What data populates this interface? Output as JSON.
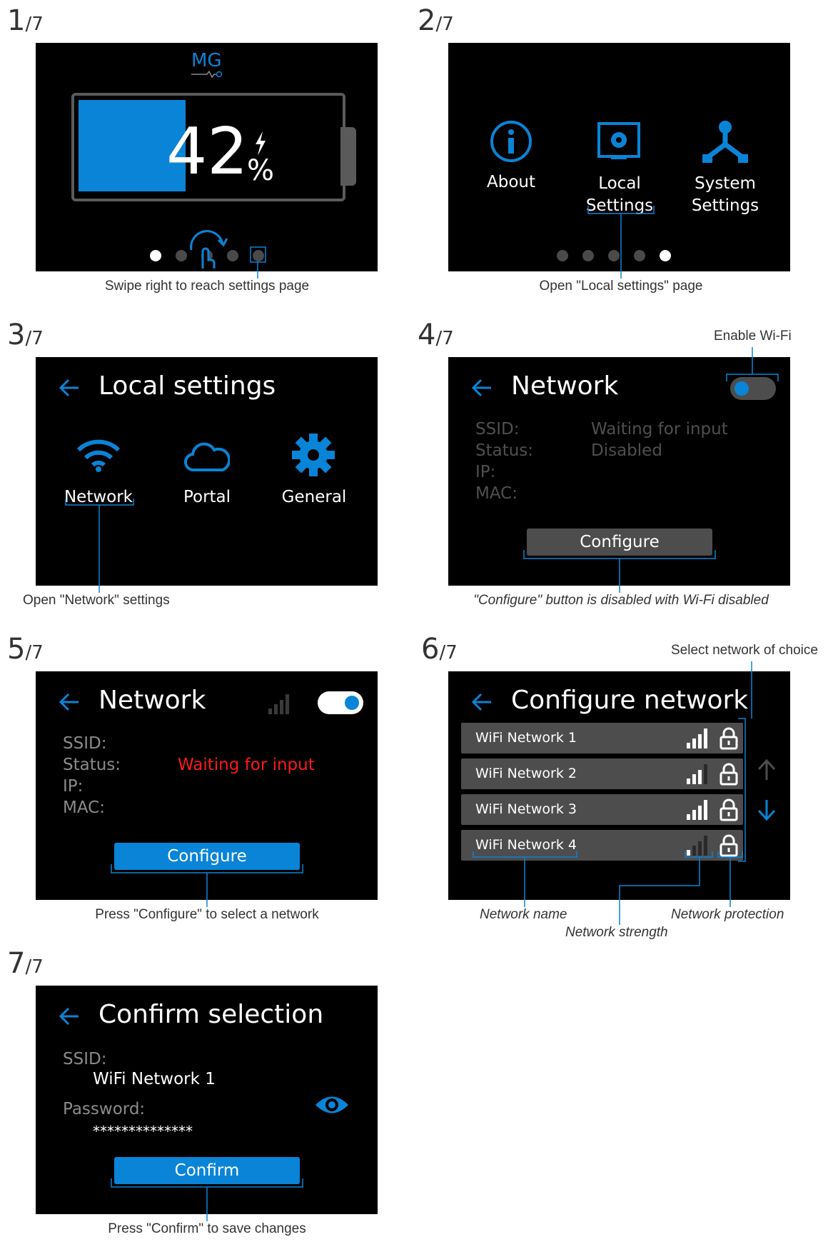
{
  "steps": [
    {
      "num": "1",
      "total": "/7",
      "caption": "Swipe right to reach settings page"
    },
    {
      "num": "2",
      "total": "/7",
      "caption": "Open \"Local settings\" page"
    },
    {
      "num": "3",
      "total": "/7",
      "caption": "Open \"Network\" settings"
    },
    {
      "num": "4",
      "total": "/7",
      "caption": "\"Configure\" button is disabled with Wi-Fi disabled"
    },
    {
      "num": "5",
      "total": "/7",
      "caption": "Press \"Configure\" to select a network"
    },
    {
      "num": "6",
      "total": "/7",
      "caption": "Network name"
    },
    {
      "num": "7",
      "total": "/7",
      "caption": "Press \"Confirm\" to save changes"
    }
  ],
  "screen1": {
    "logo": "MG",
    "percent": "42",
    "percent_sign": "%",
    "level": 0.42
  },
  "screen2": {
    "about": "About",
    "local_line1": "Local",
    "local_line2": "Settings",
    "system_line1": "System",
    "system_line2": "Settings"
  },
  "screen3": {
    "title": "Local settings",
    "network": "Network",
    "portal": "Portal",
    "general": "General"
  },
  "screen4": {
    "title": "Network",
    "ssid_label": "SSID:",
    "status_label": "Status:",
    "ip_label": "IP:",
    "mac_label": "MAC:",
    "ssid_value": "Waiting for input",
    "status_value": "Disabled",
    "configure": "Configure",
    "annotation": "Enable Wi-Fi"
  },
  "screen5": {
    "title": "Network",
    "ssid_label": "SSID:",
    "status_label": "Status:",
    "ip_label": "IP:",
    "mac_label": "MAC:",
    "status_value": "Waiting for input",
    "configure": "Configure"
  },
  "screen6": {
    "title": "Configure network",
    "networks": [
      "WiFi Network 1",
      "WiFi Network 2",
      "WiFi Network 3",
      "WiFi Network 4"
    ],
    "annotation_select": "Select network of choice",
    "annotation_strength": "Network strength",
    "annotation_protection": "Network protection"
  },
  "screen7": {
    "title": "Confirm selection",
    "ssid_label": "SSID:",
    "ssid_value": "WiFi Network 1",
    "password_label": "Password:",
    "password_value": "**************",
    "confirm": "Confirm"
  },
  "colors": {
    "accent": "#0a84d6",
    "screen_bg": "#000000",
    "disabled": "#4d4d4d",
    "error": "#ff1a1a"
  }
}
